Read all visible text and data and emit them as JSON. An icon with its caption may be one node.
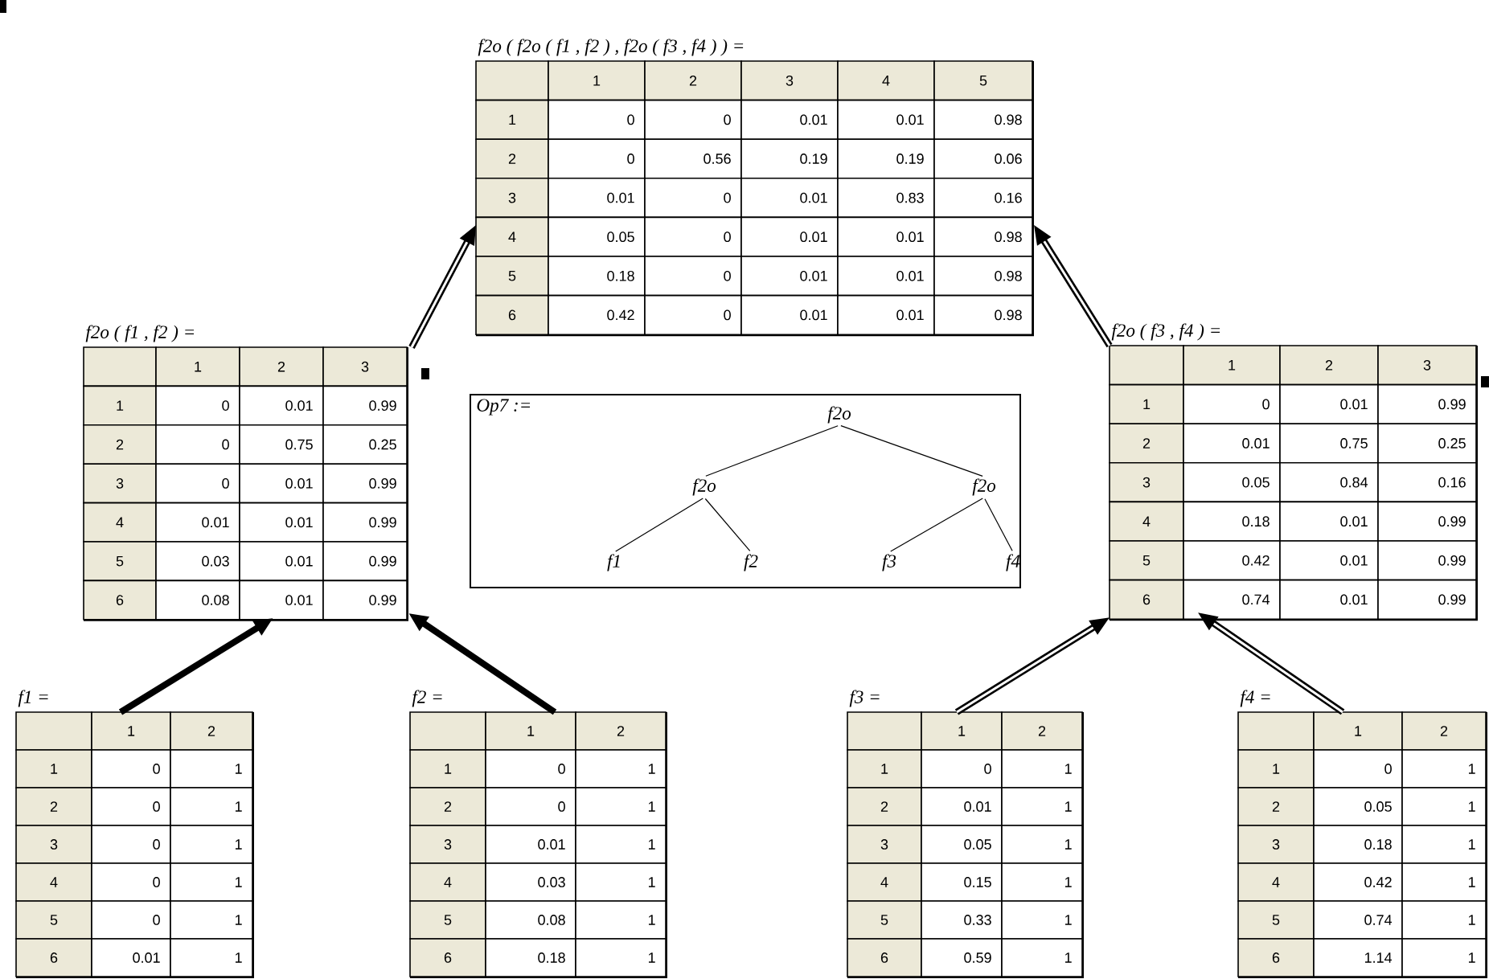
{
  "diagram": {
    "nodes": [
      {
        "text": [
          "f2o ( f2o ( f1 , f2 ) , f2o ( f3 , f4 ) ) =",
          "1",
          "2",
          "3",
          "4",
          "5",
          "1",
          "0",
          "0",
          "0.01",
          "0.01",
          "0.98",
          "2",
          "0",
          "0.56",
          "0.19",
          "0.19",
          "0.06",
          "3",
          "0.01",
          "0",
          "0.01",
          "0.83",
          "0.16",
          "4",
          "0.05",
          "0",
          "0.01",
          "0.01",
          "0.98",
          "5",
          "0.18",
          "0",
          "0.01",
          "0.01",
          "0.98",
          "6",
          "0.42",
          "0",
          "0.01",
          "0.01",
          "0.98"
        ]
      },
      {
        "text": [
          "f2o ( f1 , f2 ) =",
          "1",
          "2",
          "3",
          "1",
          "0",
          "0.01",
          "0.99",
          "2",
          "0",
          "0.75",
          "0.25",
          "3",
          "0",
          "0.01",
          "0.99",
          "4",
          "0.01",
          "0.01",
          "0.99",
          "5",
          "0.03",
          "0.01",
          "0.99",
          "6",
          "0.08",
          "0.01",
          "0.99"
        ]
      },
      {
        "text": [
          "Op7 :="
        ]
      },
      {
        "text": [
          "f2o"
        ],
        "in": 2
      },
      {
        "text": [
          "f2o"
        ],
        "in": 2
      },
      {
        "text": [
          "f2o"
        ],
        "in": 2
      },
      {
        "text": [
          "f1"
        ],
        "in": 2
      },
      {
        "text": [
          "f2"
        ],
        "in": 2
      },
      {
        "text": [
          "f3"
        ],
        "in": 2
      },
      {
        "text": [
          "f4"
        ],
        "in": 2
      },
      {
        "text": [
          "f2o ( f3 , f4 ) =",
          "1",
          "2",
          "3",
          "1",
          "0",
          "0.01",
          "0.99",
          "2",
          "0.01",
          "0.75",
          "0.25",
          "3",
          "0.05",
          "0.84",
          "0.16",
          "4",
          "0.18",
          "0.01",
          "0.99",
          "5",
          "0.42",
          "0.01",
          "0.99",
          "6",
          "0.74",
          "0.01",
          "0.99"
        ]
      },
      {
        "text": [
          "f1 =",
          "1",
          "2",
          "1",
          "0",
          "1",
          "2",
          "0",
          "1",
          "3",
          "0",
          "1",
          "4",
          "0",
          "1",
          "5",
          "0",
          "1",
          "6",
          "0.01",
          "1"
        ]
      },
      {
        "text": [
          "f2 =",
          "1",
          "2",
          "1",
          "0",
          "1",
          "2",
          "0",
          "1",
          "3",
          "0.01",
          "1",
          "4",
          "0.03",
          "1",
          "5",
          "0.08",
          "1",
          "6",
          "0.18",
          "1"
        ]
      },
      {
        "text": [
          "f3 =",
          "1",
          "2",
          "1",
          "0",
          "1",
          "2",
          "0.01",
          "1",
          "3",
          "0.05",
          "1",
          "4",
          "0.15",
          "1",
          "5",
          "0.33",
          "1",
          "6",
          "0.59",
          "1"
        ]
      },
      {
        "text": [
          "f4 =",
          "1",
          "2",
          "1",
          "0",
          "1",
          "2",
          "0.05",
          "1",
          "3",
          "0.18",
          "1",
          "4",
          "0.42",
          "1",
          "5",
          "0.74",
          "1",
          "6",
          "1.14",
          "1"
        ]
      }
    ],
    "edges": [
      {
        "from": 11,
        "to": 1,
        "arrow": "to",
        "style": "thick"
      },
      {
        "from": 12,
        "to": 1,
        "arrow": "to",
        "style": "thick"
      },
      {
        "from": 13,
        "to": 10,
        "arrow": "to",
        "style": "thick"
      },
      {
        "from": 14,
        "to": 10,
        "arrow": "to",
        "style": "thick"
      },
      {
        "from": 1,
        "to": 0,
        "arrow": "to",
        "style": "thick"
      },
      {
        "from": 10,
        "to": 0,
        "arrow": "to",
        "style": "thick"
      },
      {
        "from": 3,
        "to": 4,
        "arrow": "none"
      },
      {
        "from": 3,
        "to": 5,
        "arrow": "none"
      },
      {
        "from": 4,
        "to": 6,
        "arrow": "none"
      },
      {
        "from": 4,
        "to": 7,
        "arrow": "none"
      },
      {
        "from": 5,
        "to": 8,
        "arrow": "none"
      },
      {
        "from": 5,
        "to": 9,
        "arrow": "none"
      }
    ]
  }
}
